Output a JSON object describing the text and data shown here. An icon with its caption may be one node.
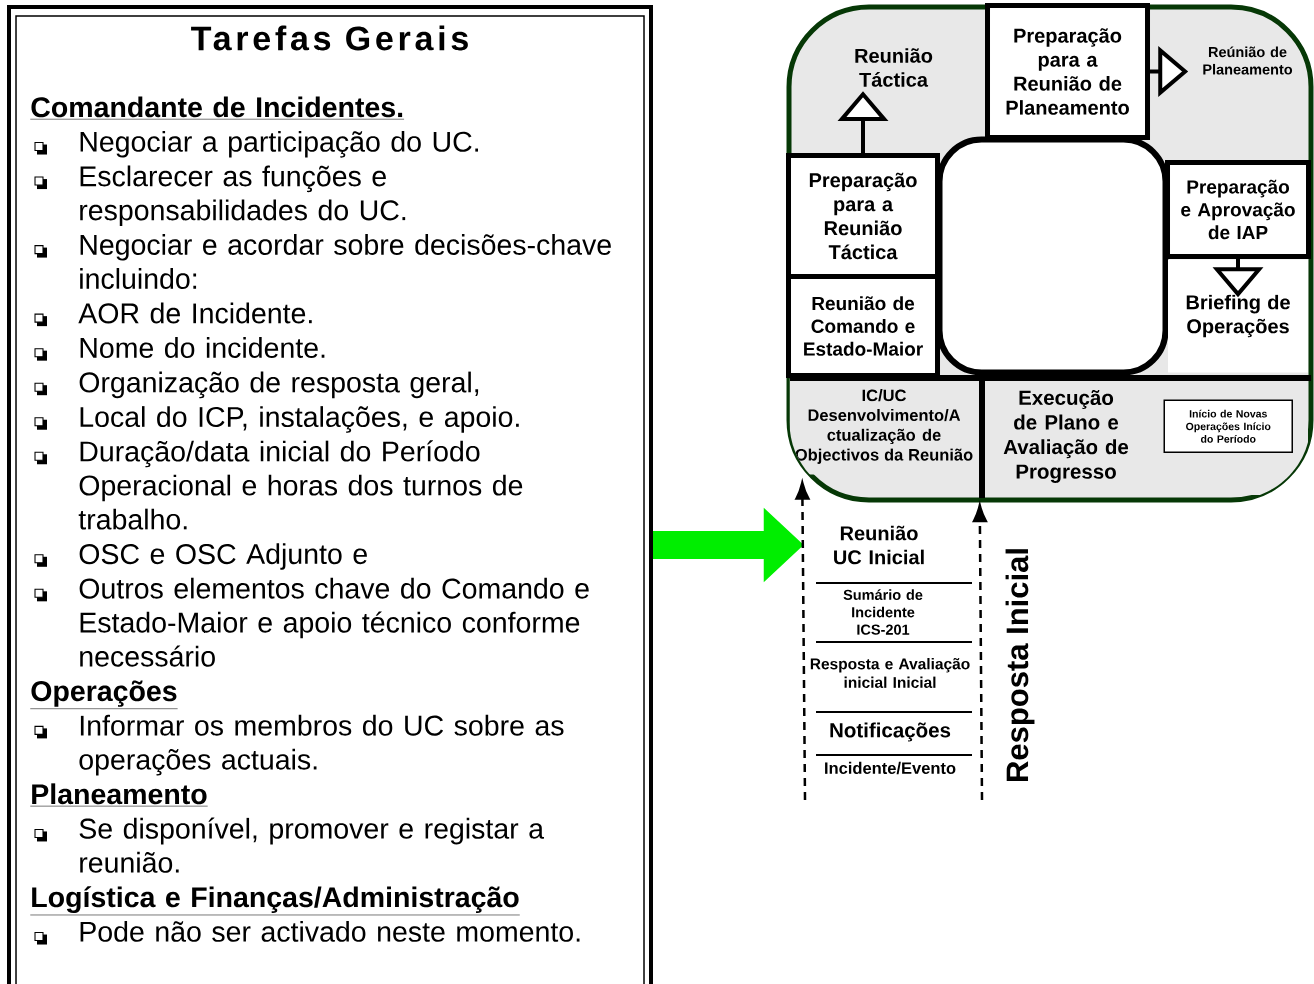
{
  "diagram": {
    "nodes": [
      {
        "text": [
          "Tarefas Gerais",
          "Comandante de Incidentes.",
          "Negociar a participação do UC.",
          "Esclarecer as funções e responsabilidades do UC.",
          "Negociar e acordar sobre decisões-chave incluindo:",
          "AOR de Incidente.",
          "Nome do incidente.",
          "Organização de resposta geral,",
          "Local do ICP, instalações, e apoio.",
          "Duração/data inicial do Período Operacional e horas dos turnos de trabalho.",
          "OSC e OSC Adjunto e",
          "Outros elementos chave do Comando e Estado-Maior e apoio técnico conforme necessário",
          "Operações",
          "Informar os membros do UC sobre as operações actuais.",
          "Planeamento",
          "Se disponível, promover e registar a reunião.",
          "Logística e Finanças/Administração",
          "Pode não ser activado neste momento."
        ]
      },
      {
        "text": [],
        "shape": "box"
      },
      {
        "text": [
          "Reunião Táctica"
        ],
        "in": 1
      },
      {
        "text": [
          "Preparação para a Reunião de Planeamento"
        ],
        "in": 1
      },
      {
        "text": [
          "Reúnião de Planeamento"
        ],
        "in": 1
      },
      {
        "text": [
          "Preparação para a Reunião Táctica"
        ],
        "in": 1
      },
      {
        "text": [],
        "shape": "box",
        "in": 1
      },
      {
        "text": [
          "Preparação e Aprovação de IAP"
        ],
        "in": 1
      },
      {
        "text": [
          "Reunião de Comando e Estado-Maior"
        ],
        "in": 1
      },
      {
        "text": [
          "Briefing de Operações"
        ],
        "in": 1
      },
      {
        "text": [
          "IC/UC Desenvolvimento/A ctualização de Objectivos da Reunião"
        ],
        "in": 1
      },
      {
        "text": [
          "Execução de Plano e Avaliação de Progresso"
        ],
        "in": 1
      },
      {
        "text": [
          "Início de Novas Operações Início do Período"
        ],
        "in": 11
      },
      {
        "text": [
          "Reunião UC Inicial"
        ]
      },
      {
        "text": [
          "Sumário de Incidente ICS-201"
        ]
      },
      {
        "text": [
          "Resposta e Avaliação inicial Inicial"
        ]
      },
      {
        "text": [
          "Notificações"
        ]
      },
      {
        "text": [
          "Incidente/Evento"
        ]
      }
    ],
    "edges": [
      {
        "from": 3,
        "to": 4,
        "arrow": "to"
      },
      {
        "from": 5,
        "to": 2,
        "arrow": "to"
      },
      {
        "from": 7,
        "to": 9,
        "arrow": "to"
      },
      {
        "from": 0,
        "to": 13,
        "arrow": "to",
        "style": "thick",
        "color": "#00ee00"
      },
      {
        "from": null,
        "to": 10,
        "arrow": "to",
        "style": "dashed"
      },
      {
        "from": null,
        "to": 11,
        "arrow": "to",
        "style": "dashed"
      }
    ],
    "labels": [
      "Resposta Inicial"
    ]
  }
}
